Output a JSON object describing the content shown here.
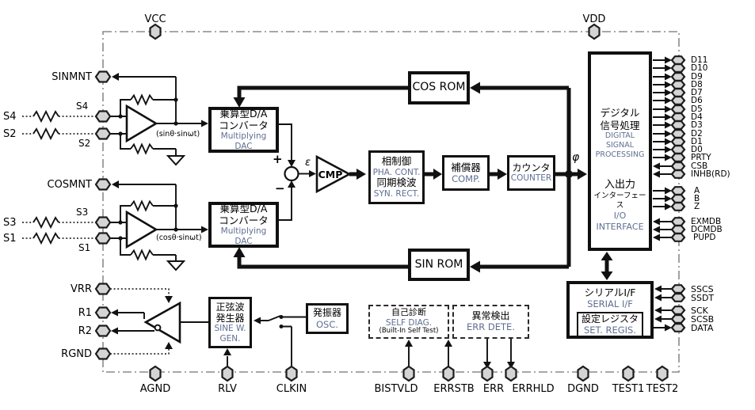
{
  "pins": {
    "top": [
      "VCC",
      "VDD"
    ],
    "left": [
      "SINMNT",
      "COSMNT",
      "VRR",
      "R1",
      "R2",
      "RGND"
    ],
    "signal_inputs": [
      "S4",
      "S2",
      "S3",
      "S1"
    ],
    "bottom": [
      "AGND",
      "RLV",
      "CLKIN",
      "BISTVLD",
      "ERRSTB",
      "ERR",
      "ERRHLD",
      "DGND",
      "TEST1",
      "TEST2"
    ],
    "right_parallel": [
      "D11",
      "D10",
      "D9",
      "D8",
      "D7",
      "D6",
      "D5",
      "D4",
      "D3",
      "D2",
      "D1",
      "D0",
      "PRTY",
      "CSB",
      "INHB(RD)"
    ],
    "right_abz": [
      "A",
      "B",
      "Z"
    ],
    "right_mode": [
      "EXMDB",
      "DCMDB",
      "PUPD"
    ],
    "right_serial": [
      "SSCS",
      "SSDT",
      "SCK",
      "SCSB",
      "DATA"
    ]
  },
  "blocks": {
    "mdac_sin": {
      "jp1": "乗算型D/A",
      "jp2": "コンバータ",
      "en": "Multiplying DAC"
    },
    "mdac_cos": {
      "jp1": "乗算型D/A",
      "jp2": "コンバータ",
      "en": "Multiplying DAC"
    },
    "cos_rom": {
      "en": "COS ROM"
    },
    "sin_rom": {
      "en": "SIN ROM"
    },
    "cmp": {
      "en": "CMP"
    },
    "phase_control": {
      "jp1": "相制御",
      "en1": "PHA. CONT.",
      "jp2": "同期検波",
      "en2": "SYN. RECT."
    },
    "compensator": {
      "jp": "補償器",
      "en": "COMP."
    },
    "counter": {
      "jp": "カウンタ",
      "en": "COUNTER"
    },
    "dsp": {
      "jp1": "デジタル",
      "jp2": "信号処理",
      "en1": "DIGITAL SIGNAL",
      "en2": "PROCESSING"
    },
    "io": {
      "jp1": "入出力",
      "jp2": "インターフェース",
      "en1": "I/O",
      "en2": "INTERFACE"
    },
    "serial_if": {
      "jp": "シリアルI/F",
      "en": "SERIAL I/F"
    },
    "set_register": {
      "jp": "設定レジスタ",
      "en": "SET. REGIS."
    },
    "sine_gen": {
      "jp1": "正弦波",
      "jp2": "発生器",
      "en1": "SINE W.",
      "en2": "GEN."
    },
    "osc": {
      "jp": "発振器",
      "en": "OSC."
    },
    "self_diag": {
      "jp": "自己診断",
      "en": "SELF DIAG.",
      "sub": "(Built-In Self Test)"
    },
    "err_det": {
      "jp": "異常検出",
      "en": "ERR DETE."
    }
  },
  "annotations": {
    "sin_signal": "(sinθ·sinωt)",
    "cos_signal": "(cosθ·sinωt)",
    "epsilon": "ε",
    "phi": "φ",
    "plus": "+",
    "minus": "−"
  },
  "colors": {
    "accent_text": "#5f6f92",
    "wire": "#111111",
    "boundary": "#8a8a8a",
    "pin_fill": "#d4d4d4"
  }
}
